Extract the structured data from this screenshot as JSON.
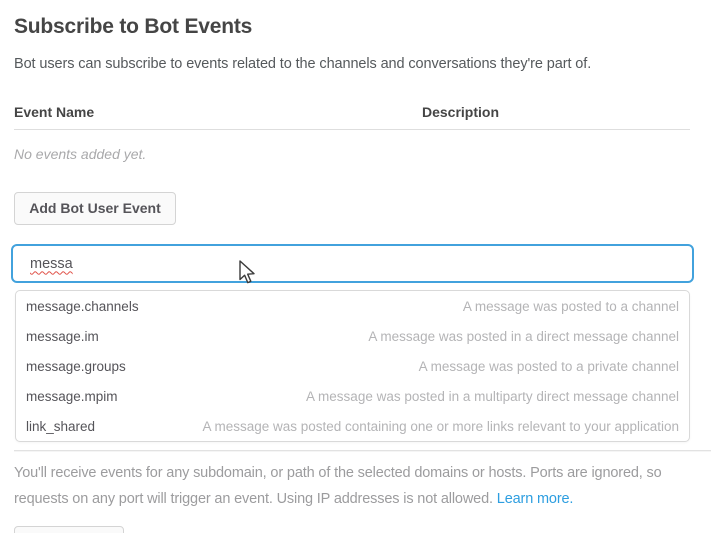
{
  "page": {
    "title": "Subscribe to Bot Events",
    "subtitle": "Bot users can subscribe to events related to the channels and conversations they're part of."
  },
  "table": {
    "columns": [
      "Event Name",
      "Description"
    ],
    "empty_message": "No events added yet."
  },
  "add_button_label": "Add Bot User Event",
  "event_search": {
    "value": "messa",
    "suggestions": [
      {
        "name": "message.channels",
        "description": "A message was posted to a channel"
      },
      {
        "name": "message.im",
        "description": "A message was posted in a direct message channel"
      },
      {
        "name": "message.groups",
        "description": "A message was posted to a private channel"
      },
      {
        "name": "message.mpim",
        "description": "A message was posted in a multiparty direct message channel"
      },
      {
        "name": "link_shared",
        "description": "A message was posted containing one or more links relevant to your application"
      }
    ]
  },
  "footer": {
    "lines": [
      "You'll receive events for any subdomain, or path of the selected domains or hosts. Ports are ignored, so",
      "requests on any port will trigger an event. Using IP addresses is not allowed."
    ],
    "link_label": "Learn more."
  },
  "colors": {
    "accent_blue": "#2d9ee0",
    "input_focus_border": "#42a2dd",
    "spellcheck_red": "#e05148"
  }
}
